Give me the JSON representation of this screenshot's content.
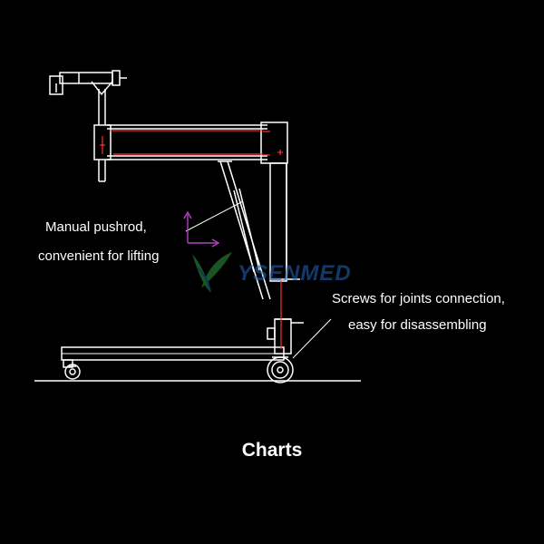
{
  "labels": {
    "pushrod_line1": "Manual pushrod,",
    "pushrod_line2": "convenient for lifting",
    "screws_line1": "Screws for joints connection,",
    "screws_line2": "easy for disassembling"
  },
  "caption": "Charts",
  "watermark": {
    "text": "YSENMED",
    "logo": "leaf-logo-icon",
    "color": "#1e5fb0"
  },
  "colors": {
    "background": "#000000",
    "line": "#ffffff",
    "accent": "#ff3333",
    "arrow": "#b040c0"
  }
}
